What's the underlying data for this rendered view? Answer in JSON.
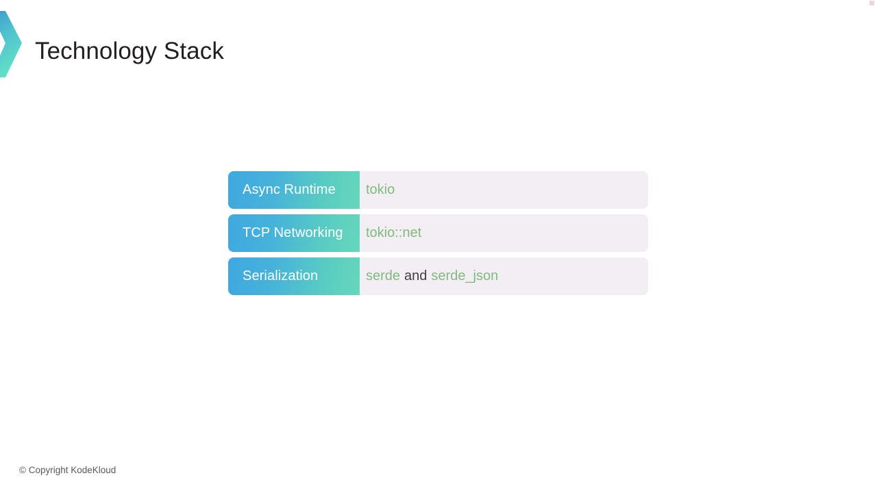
{
  "slide": {
    "title": "Technology Stack",
    "logo_icon": "chevron-right-icon",
    "brand_gradient_start": "#3fa8e0",
    "brand_gradient_end": "#66d7bc"
  },
  "stack_table": {
    "label_gradient_start": "#3fa8e0",
    "label_gradient_end": "#66d7bc",
    "value_background": "#f3eef3",
    "code_color": "#80bb7e",
    "rows": [
      {
        "label": "Async Runtime",
        "value_parts": [
          {
            "text": "tokio",
            "kind": "code"
          }
        ],
        "value_plain": "tokio"
      },
      {
        "label": "TCP Networking",
        "value_parts": [
          {
            "text": "tokio::net",
            "kind": "code"
          }
        ],
        "value_plain": "tokio::net"
      },
      {
        "label": "Serialization",
        "value_parts": [
          {
            "text": "serde",
            "kind": "code"
          },
          {
            "text": "and",
            "kind": "conj"
          },
          {
            "text": "serde_json",
            "kind": "code"
          }
        ],
        "value_plain": "serde and serde_json"
      }
    ]
  },
  "footer": {
    "copyright": "© Copyright KodeKloud"
  }
}
